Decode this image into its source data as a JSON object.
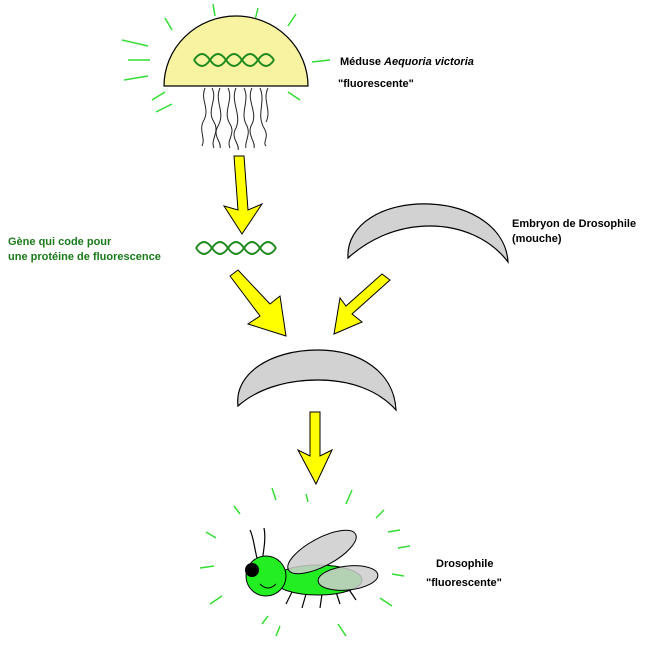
{
  "labels": {
    "jellyfish_prefix": "Méduse ",
    "jellyfish_species": "Aequoria victoria",
    "jellyfish_fluo": "\"fluorescente\"",
    "gene_line1": "Gène qui code pour",
    "gene_line2": "une protéine de fluorescence",
    "embryo_line1": "Embryon de Drosophile",
    "embryo_line2": "(mouche)",
    "fly_line1": "Drosophile",
    "fly_line2": "\"fluorescente\""
  },
  "colors": {
    "jellyfish_bell": "#f7f3a0",
    "gene": "#1f8a1f",
    "arrow": "#ffff00",
    "embryo": "#d2d2d2",
    "fly_body": "#22ee22",
    "glow_rays": "#33dd33",
    "gene_label_text": "#1a7a1a"
  },
  "icons": [
    "jellyfish-icon",
    "dna-gene-icon",
    "embryo-icon",
    "arrow-down-icon",
    "fly-icon"
  ]
}
